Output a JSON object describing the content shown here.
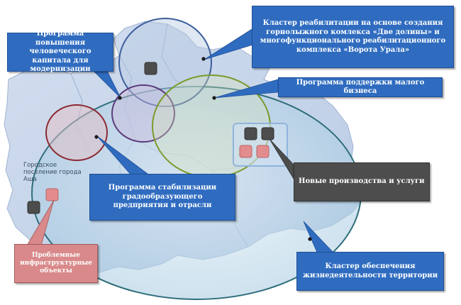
{
  "labels": {
    "cluster_rehab": "Кластер реабилитации на основе создания горнолыжного комлекса «Две долины» и многофункционального реабилитационного комплекса «Ворота Урала»",
    "human_capital": "Программа повышения человеческого капитала для модернизации",
    "small_business": "Программа поддержки малого бизнеса",
    "stabilization": "Программа стабилизации градообразующего предприятия и отрасли",
    "new_production": "Новые производства и услуги",
    "infrastructure": "Проблемные инфраструктурные объекты",
    "life_support": "Кластер обеспечения жизнедеятельности территории",
    "town": "Городское поселение города Аша"
  },
  "colors": {
    "map_fill": "#c8d6ea",
    "big_ellipse": "#2f6e7b",
    "blue_circle": "#3d5f9d",
    "purple_circle": "#5b3a7a",
    "red_circle": "#8c2a33",
    "green_ellipse": "#7a9a2a",
    "callout_blue": "#2f6cc0",
    "callout_dark": "#4d4d4d",
    "callout_pink": "#d9898a",
    "square_dark": "#4d4d4d",
    "square_pink": "#e38c8e"
  }
}
